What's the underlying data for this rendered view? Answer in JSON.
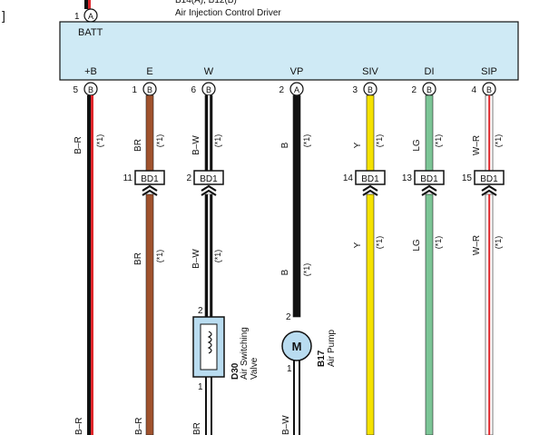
{
  "header": {
    "component_id": "B14(A), B12(B)",
    "component_name": "Air Injection Control Driver",
    "left_mark": "]"
  },
  "driver": {
    "batt_label": "BATT",
    "batt_pin": "1",
    "batt_conn": "A"
  },
  "terminals": [
    {
      "name": "+B",
      "pin": "5",
      "conn": "B"
    },
    {
      "name": "E",
      "pin": "1",
      "conn": "B"
    },
    {
      "name": "W",
      "pin": "6",
      "conn": "B"
    },
    {
      "name": "VP",
      "pin": "2",
      "conn": "A"
    },
    {
      "name": "SIV",
      "pin": "3",
      "conn": "B"
    },
    {
      "name": "DI",
      "pin": "2",
      "conn": "B"
    },
    {
      "name": "SIP",
      "pin": "4",
      "conn": "B"
    }
  ],
  "wires_upper": [
    {
      "color_code": "B–R",
      "note": "(*1)"
    },
    {
      "color_code": "BR",
      "note": "(*1)"
    },
    {
      "color_code": "B–W",
      "note": "(*1)"
    },
    {
      "color_code": "B",
      "note": "(*1)"
    },
    {
      "color_code": "Y",
      "note": "(*1)"
    },
    {
      "color_code": "LG",
      "note": "(*1)"
    },
    {
      "color_code": "W–R",
      "note": "(*1)"
    }
  ],
  "wires_lower": [
    {
      "color_code": "BR",
      "note": "(*1)"
    },
    {
      "color_code": "B–W",
      "note": "(*1)"
    },
    {
      "color_code": "B",
      "note": "(*1)"
    },
    {
      "color_code": "Y",
      "note": "(*1)"
    },
    {
      "color_code": "LG",
      "note": "(*1)"
    },
    {
      "color_code": "W–R",
      "note": "(*1)"
    }
  ],
  "bottom_codes": [
    "B–R",
    "BR",
    "B–W",
    "B–R"
  ],
  "connectors": [
    {
      "pin": "11",
      "label": "BD1"
    },
    {
      "pin": "2",
      "label": "BD1"
    },
    {
      "pin": "14",
      "label": "BD1"
    },
    {
      "pin": "13",
      "label": "BD1"
    },
    {
      "pin": "15",
      "label": "BD1"
    }
  ],
  "valve": {
    "id": "D30",
    "name_line1": "Air Switching",
    "name_line2": "Valve",
    "pin_top": "2",
    "pin_bottom": "1"
  },
  "pump": {
    "id": "B17",
    "name": "Air Pump",
    "symbol": "M",
    "pin_top": "2",
    "pin_bottom": "1"
  },
  "colors": {
    "driver_fill": "#cfeaf5",
    "black": "#111111",
    "red": "#e0262b",
    "brown": "#a0522d",
    "yellow": "#f5e200",
    "light_green": "#7cc596",
    "valve_fill": "#b9dcf0"
  }
}
